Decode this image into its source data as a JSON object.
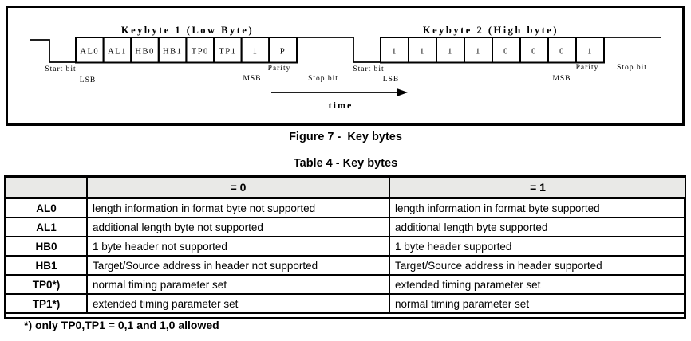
{
  "figure": {
    "caption": "Figure 7 -  Key bytes",
    "time_label": "time",
    "keybyte1": {
      "title": "Keybyte 1 (Low Byte)",
      "bits": [
        "AL0",
        "AL1",
        "HB0",
        "HB1",
        "TP0",
        "TP1",
        "1",
        "P"
      ],
      "start_bit": "Start bit",
      "lsb": "LSB",
      "msb": "MSB",
      "parity": "Parity",
      "stop_bit": "Stop bit"
    },
    "keybyte2": {
      "title": "Keybyte 2 (High byte)",
      "bits": [
        "1",
        "1",
        "1",
        "1",
        "0",
        "0",
        "0",
        "1"
      ],
      "start_bit": "Start bit",
      "lsb": "LSB",
      "msb": "MSB",
      "parity": "Parity",
      "stop_bit": "Stop bit"
    }
  },
  "table": {
    "caption": "Table 4 - Key bytes",
    "header": {
      "bit": "",
      "col0": "= 0",
      "col1": "= 1"
    },
    "rows": [
      {
        "bit": "AL0",
        "v0": "length information in format byte not supported",
        "v1": "length information in format byte supported"
      },
      {
        "bit": "AL1",
        "v0": "additional length byte not supported",
        "v1": "additional length byte supported"
      },
      {
        "bit": "HB0",
        "v0": "1 byte header not supported",
        "v1": "1 byte header supported"
      },
      {
        "bit": "HB1",
        "v0": "Target/Source address in header not supported",
        "v1": "Target/Source address in header supported"
      },
      {
        "bit": "TP0*)",
        "v0": "normal timing parameter set",
        "v1": "extended timing parameter set"
      },
      {
        "bit": "TP1*)",
        "v0": "extended timing parameter set",
        "v1": "normal timing parameter set"
      }
    ],
    "footnote": "*) only TP0,TP1 = 0,1 and 1,0 allowed"
  },
  "colors": {
    "ink": "#000000",
    "background": "#ffffff",
    "table_header_bg": "#e9e9e7"
  }
}
